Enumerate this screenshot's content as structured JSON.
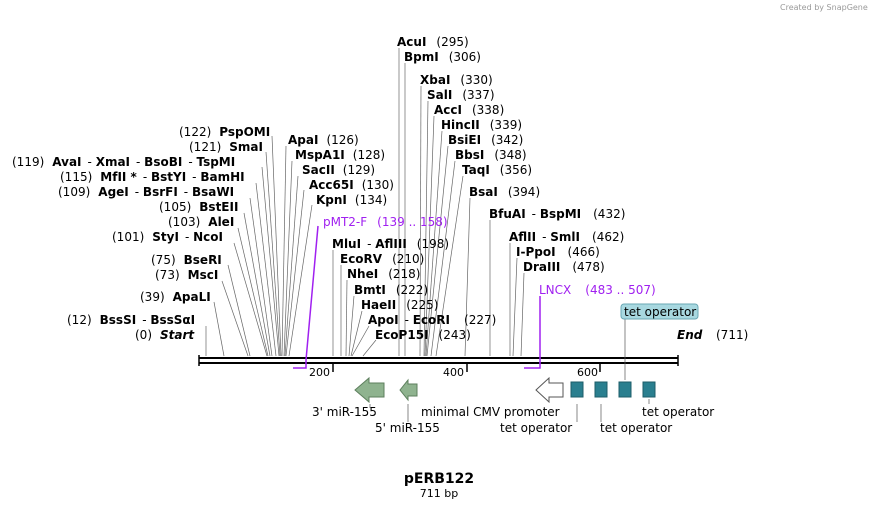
{
  "branding": "Created by SnapGene",
  "plasmid": {
    "name": "pERB122",
    "length": "711 bp"
  },
  "ruler": {
    "ticks": [
      "200",
      "400",
      "600"
    ]
  },
  "ends": [
    {
      "name": "Start",
      "pos": "(0)"
    },
    {
      "name": "End",
      "pos": "(711)"
    }
  ],
  "sites_left": [
    {
      "names": [
        "PspOMI"
      ],
      "pos": "(122)"
    },
    {
      "names": [
        "SmaI"
      ],
      "pos": "(121)"
    },
    {
      "names": [
        "AvaI",
        "XmaI",
        "BsoBI",
        "TspMI"
      ],
      "pos": "(119)"
    },
    {
      "names": [
        "MfII *",
        "BstYI",
        "BamHI"
      ],
      "pos": "(115)"
    },
    {
      "names": [
        "AgeI",
        "BsrFI",
        "BsaWI"
      ],
      "pos": "(109)"
    },
    {
      "names": [
        "BstEII"
      ],
      "pos": "(105)"
    },
    {
      "names": [
        "AleI"
      ],
      "pos": "(103)"
    },
    {
      "names": [
        "StyI",
        "NcoI"
      ],
      "pos": "(101)"
    },
    {
      "names": [
        "BseRI"
      ],
      "pos": "(75)"
    },
    {
      "names": [
        "MscI"
      ],
      "pos": "(73)"
    },
    {
      "names": [
        "ApaLI"
      ],
      "pos": "(39)"
    },
    {
      "names": [
        "BssSI",
        "BssSαI"
      ],
      "pos": "(12)"
    }
  ],
  "sites_mid": [
    {
      "names": [
        "ApaI"
      ],
      "pos": "(126)"
    },
    {
      "names": [
        "MspA1I"
      ],
      "pos": "(128)"
    },
    {
      "names": [
        "SacII"
      ],
      "pos": "(129)"
    },
    {
      "names": [
        "Acc65I"
      ],
      "pos": "(130)"
    },
    {
      "names": [
        "KpnI"
      ],
      "pos": "(134)"
    }
  ],
  "sites_top": [
    {
      "names": [
        "AcuI"
      ],
      "pos": "(295)"
    },
    {
      "names": [
        "BpmI"
      ],
      "pos": "(306)"
    },
    {
      "names": [
        "XbaI"
      ],
      "pos": "(330)"
    },
    {
      "names": [
        "SalI"
      ],
      "pos": "(337)"
    },
    {
      "names": [
        "AccI"
      ],
      "pos": "(338)"
    },
    {
      "names": [
        "HincII"
      ],
      "pos": "(339)"
    },
    {
      "names": [
        "BsiEI"
      ],
      "pos": "(342)"
    },
    {
      "names": [
        "BbsI"
      ],
      "pos": "(348)"
    },
    {
      "names": [
        "TaqI"
      ],
      "pos": "(356)"
    },
    {
      "names": [
        "BsaI"
      ],
      "pos": "(394)"
    }
  ],
  "sites_center": [
    {
      "names": [
        "MluI",
        "AflIII"
      ],
      "pos": "(198)"
    },
    {
      "names": [
        "EcoRV"
      ],
      "pos": "(210)"
    },
    {
      "names": [
        "NheI"
      ],
      "pos": "(218)"
    },
    {
      "names": [
        "BmtI"
      ],
      "pos": "(222)"
    },
    {
      "names": [
        "HaeII"
      ],
      "pos": "(225)"
    },
    {
      "names": [
        "ApoI",
        "EcoRI"
      ],
      "pos": "(227)"
    },
    {
      "names": [
        "EcoP15I"
      ],
      "pos": "(243)"
    }
  ],
  "sites_right": [
    {
      "names": [
        "BfuAI",
        "BspMI"
      ],
      "pos": "(432)"
    },
    {
      "names": [
        "AflII",
        "SmlI"
      ],
      "pos": "(462)"
    },
    {
      "names": [
        "I-PpoI"
      ],
      "pos": "(466)"
    },
    {
      "names": [
        "DraIII"
      ],
      "pos": "(478)"
    }
  ],
  "primers": [
    {
      "name": "pMT2-F",
      "range": "(139 .. 158)"
    },
    {
      "name": "LNCX",
      "range": "(483 .. 507)"
    }
  ],
  "features": {
    "mir155_3": "3' miR-155",
    "mir155_5": "5' miR-155",
    "cmv": "minimal CMV promoter",
    "tet_labels": [
      "tet operator",
      "tet operator",
      "tet operator"
    ],
    "tet_highlight": "tet operator"
  },
  "colors": {
    "backbone": "#000000",
    "primer": "#a020f0",
    "mir": "#8fb38f",
    "tet": "#2a7f8f",
    "highlight": "#a8d8e0"
  }
}
